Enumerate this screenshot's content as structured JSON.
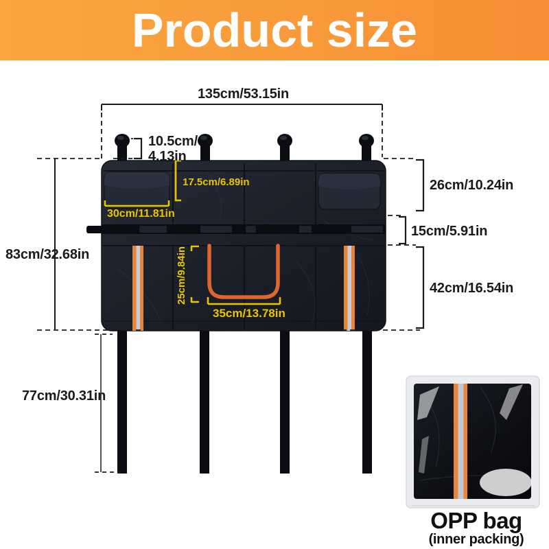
{
  "header": {
    "title": "Product size"
  },
  "product_diagram": {
    "dimensions": {
      "total_width": "135cm/53.15in",
      "strap_hook_height_line1": "10.5cm/",
      "strap_hook_height_line2": "4.13in",
      "side_pocket_height": "17.5cm/6.89in",
      "side_pocket_width": "30cm/11.81in",
      "upper_section_height": "26cm/10.24in",
      "middle_section_height": "15cm/5.91in",
      "lower_section_height": "42cm/16.54in",
      "total_height": "83cm/32.68in",
      "zipper_opening_height": "25cm/9.84in",
      "zipper_opening_width": "35cm/13.78in",
      "leg_strap_length": "77cm/30.31in"
    },
    "colors": {
      "header_orange_left": "#F9A63F",
      "header_orange_right": "#F78E35",
      "annotation_yellow": "#E9C502",
      "dimension_line_black": "#1A1A1A",
      "bag_fabric_dark_navy": "#1B1F29",
      "zipper_orange": "#DE6730",
      "reflective_strip_orange": "#E8853B",
      "reflective_strip_silver": "#C6CBD6"
    }
  },
  "opp_bag": {
    "title": "OPP bag",
    "subtitle": "(inner packing)"
  }
}
